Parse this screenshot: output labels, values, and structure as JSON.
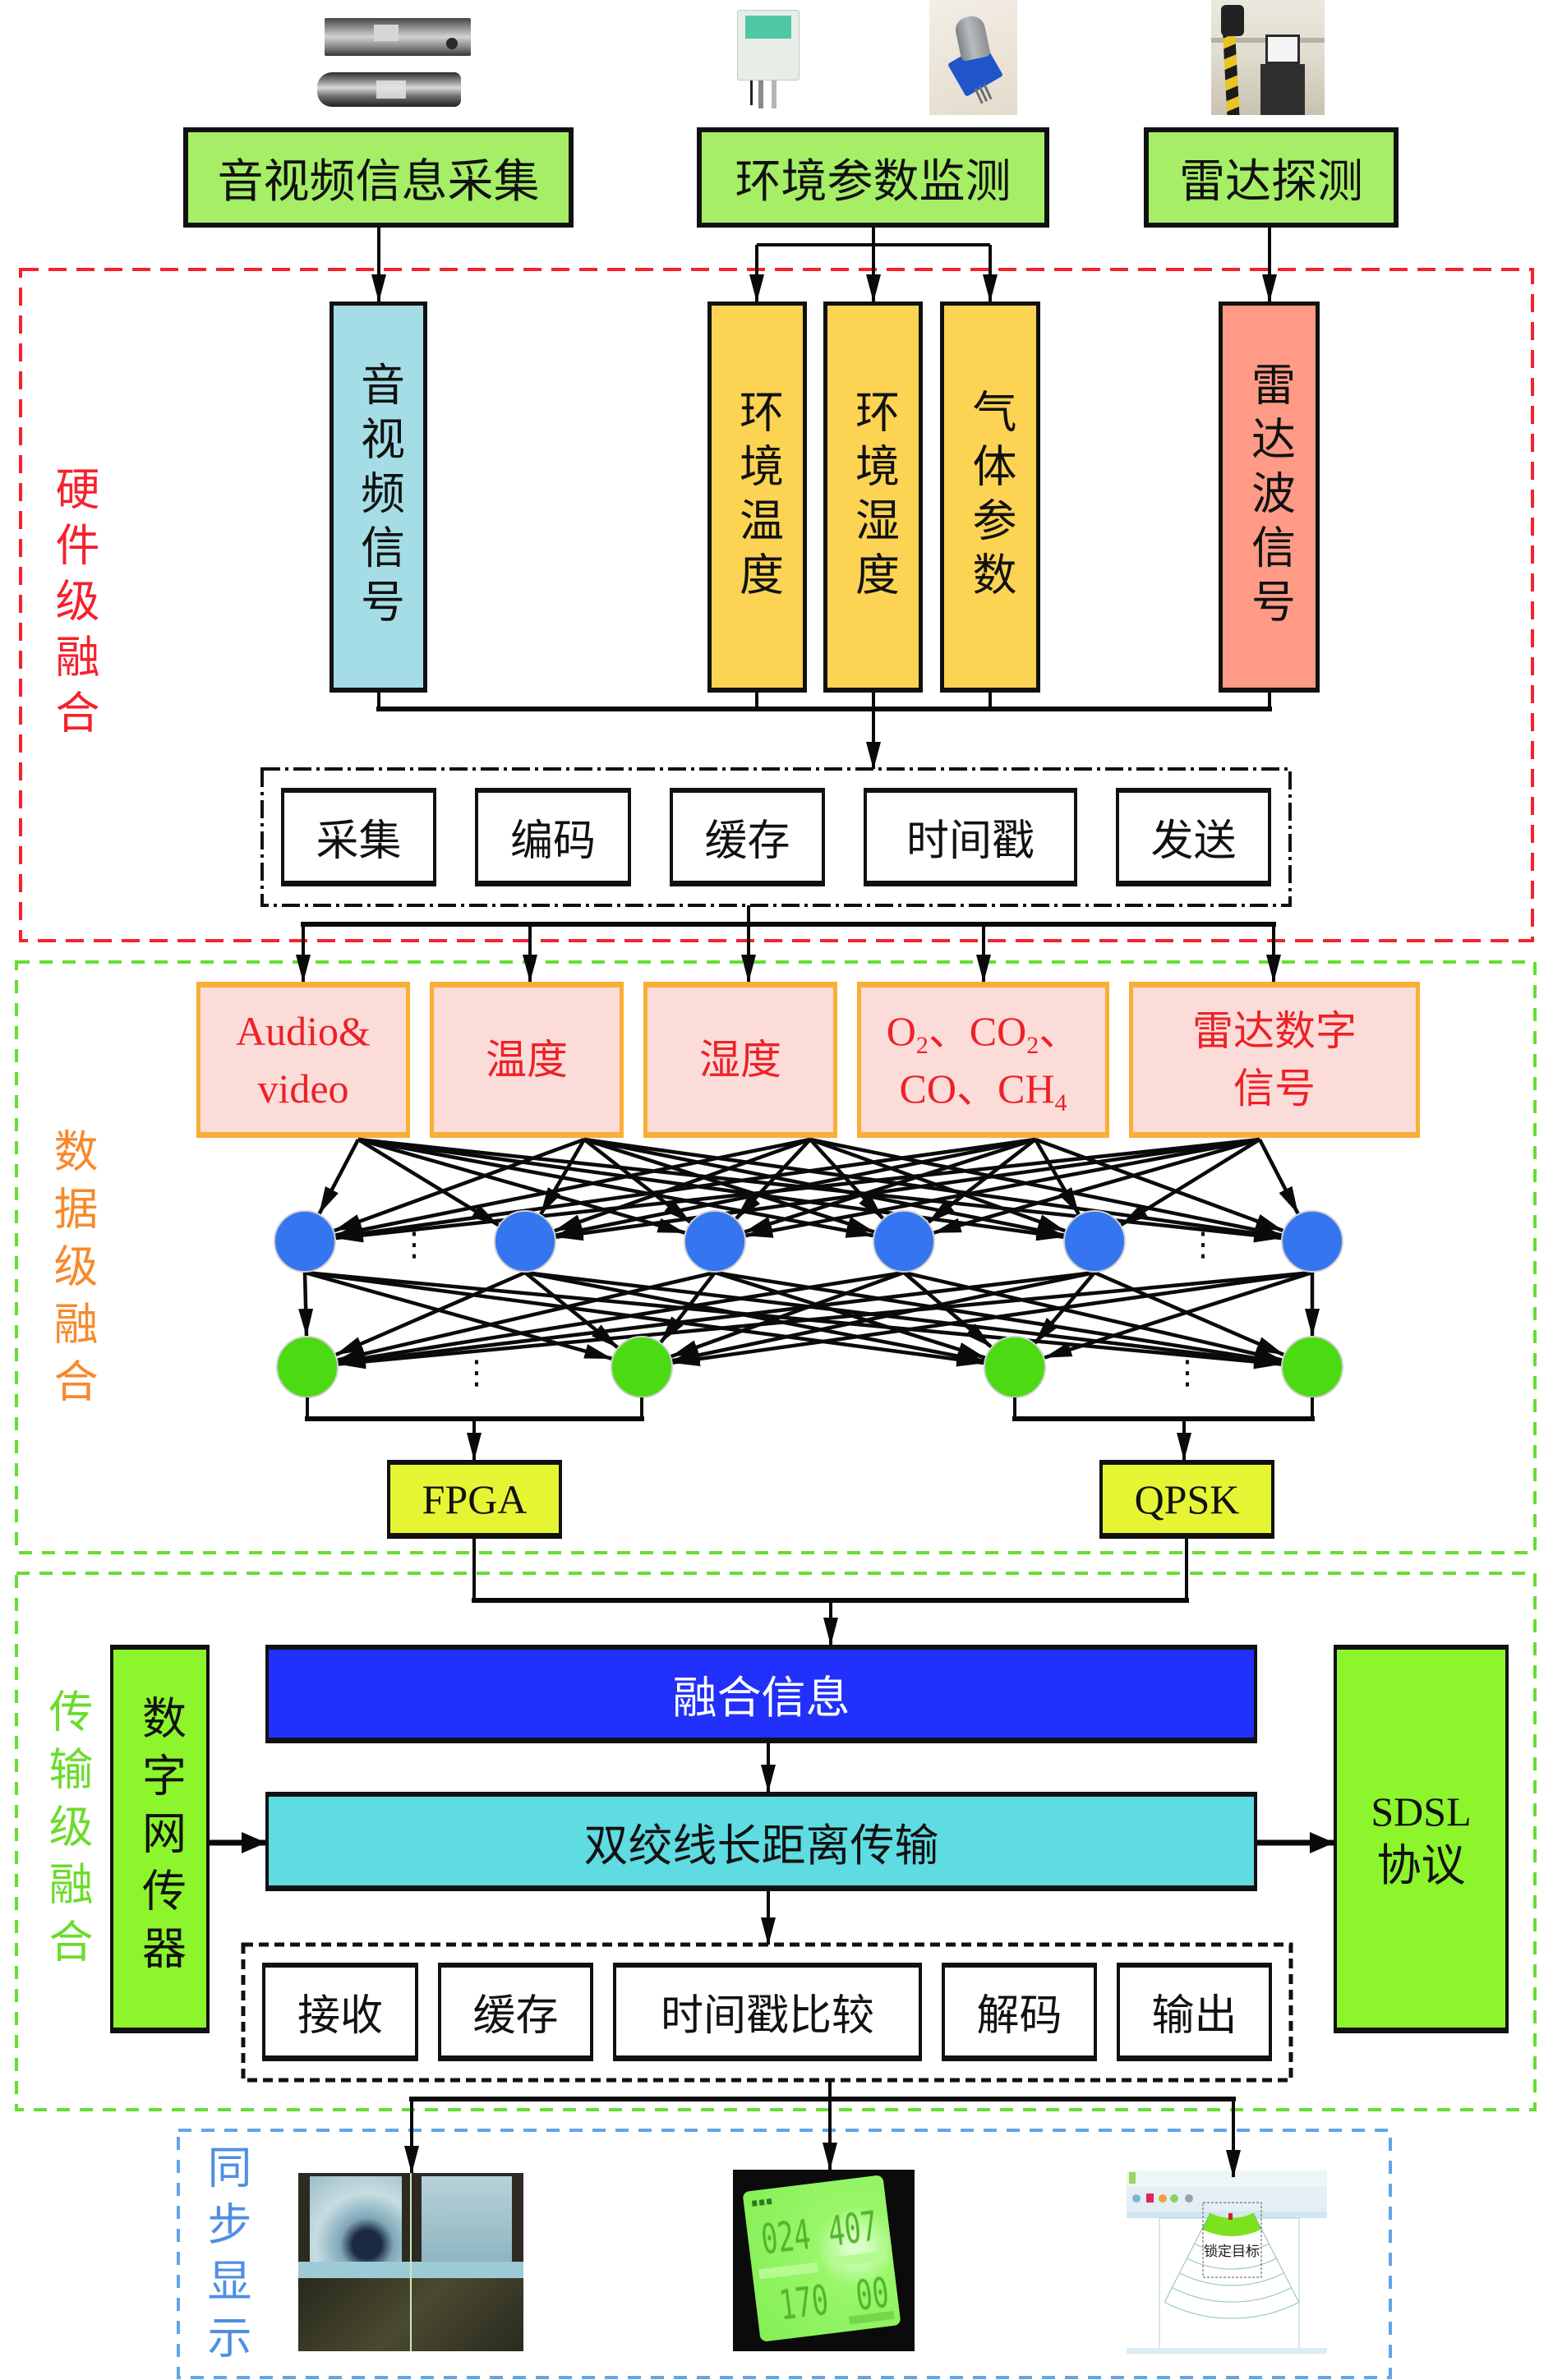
{
  "sources": [
    {
      "label": "音视频信息采集",
      "photo": "audio-video-sensor-photo"
    },
    {
      "label": "环境参数监测",
      "photo": "environment-and-gas-sensor-photos"
    },
    {
      "label": "雷达探测",
      "photo": "radar-device-photo"
    }
  ],
  "levels": {
    "hardware": {
      "label": "硬件级融合",
      "color": "#f5222d"
    },
    "data": {
      "label": "数据级融合",
      "color": "#f7892c"
    },
    "transmission": {
      "label": "传输级融合",
      "color": "#6bdc2c"
    },
    "display": {
      "label": "同步显示",
      "color": "#4f8fe4"
    }
  },
  "hardware_level": {
    "signals": [
      {
        "label": "音视频信号",
        "fill": "#a4dde6"
      },
      {
        "label": "环境温度",
        "fill": "#fcd352"
      },
      {
        "label": "环境湿度",
        "fill": "#fcd352"
      },
      {
        "label": "气体参数",
        "fill": "#fcd352"
      },
      {
        "label": "雷达波信号",
        "fill": "#fe9a85"
      }
    ],
    "steps": [
      "采集",
      "编码",
      "缓存",
      "时间戳",
      "发送"
    ]
  },
  "data_level": {
    "inputs": [
      {
        "lines": [
          "Audio&",
          "video"
        ]
      },
      {
        "lines": [
          "温度"
        ]
      },
      {
        "lines": [
          "湿度"
        ]
      },
      {
        "lines": [
          [
            "O",
            "2",
            "、CO",
            "2",
            "、"
          ],
          [
            "CO、CH",
            "4"
          ]
        ]
      },
      {
        "lines": [
          "雷达数字",
          "信号"
        ]
      }
    ],
    "input_fill": "#fbdcd8",
    "input_border": "#f9ae35",
    "input_text_color": "#ec2227",
    "hidden_layer_1": {
      "nodes_drawn": 6,
      "color": "#3575f0",
      "ellipsis": "⋮"
    },
    "hidden_layer_2": {
      "nodes_drawn": 4,
      "color": "#4cdb12",
      "ellipsis": "⋮"
    },
    "outputs": [
      {
        "label": "FPGA"
      },
      {
        "label": "QPSK"
      }
    ],
    "output_fill": "#e6f533"
  },
  "transmission_level": {
    "fusion_info": "融合信息",
    "fusion_fill": "#2130fa",
    "channel": "双绞线长距离传输",
    "channel_fill": "#5fdbe2",
    "transmitter": "数字网传器",
    "protocol": {
      "line1": "SDSL",
      "line2": "协议"
    },
    "side_fill": "#8cf52c",
    "steps": [
      "接收",
      "缓存",
      "时间戳比较",
      "解码",
      "输出"
    ]
  },
  "display_level": {
    "panels": [
      {
        "name": "dual-video-frames"
      },
      {
        "name": "environment-lcd-readout",
        "readings": [
          "024",
          "407",
          "170",
          "00"
        ]
      },
      {
        "name": "radar-target-interface",
        "caption": "锁定目标"
      }
    ]
  }
}
